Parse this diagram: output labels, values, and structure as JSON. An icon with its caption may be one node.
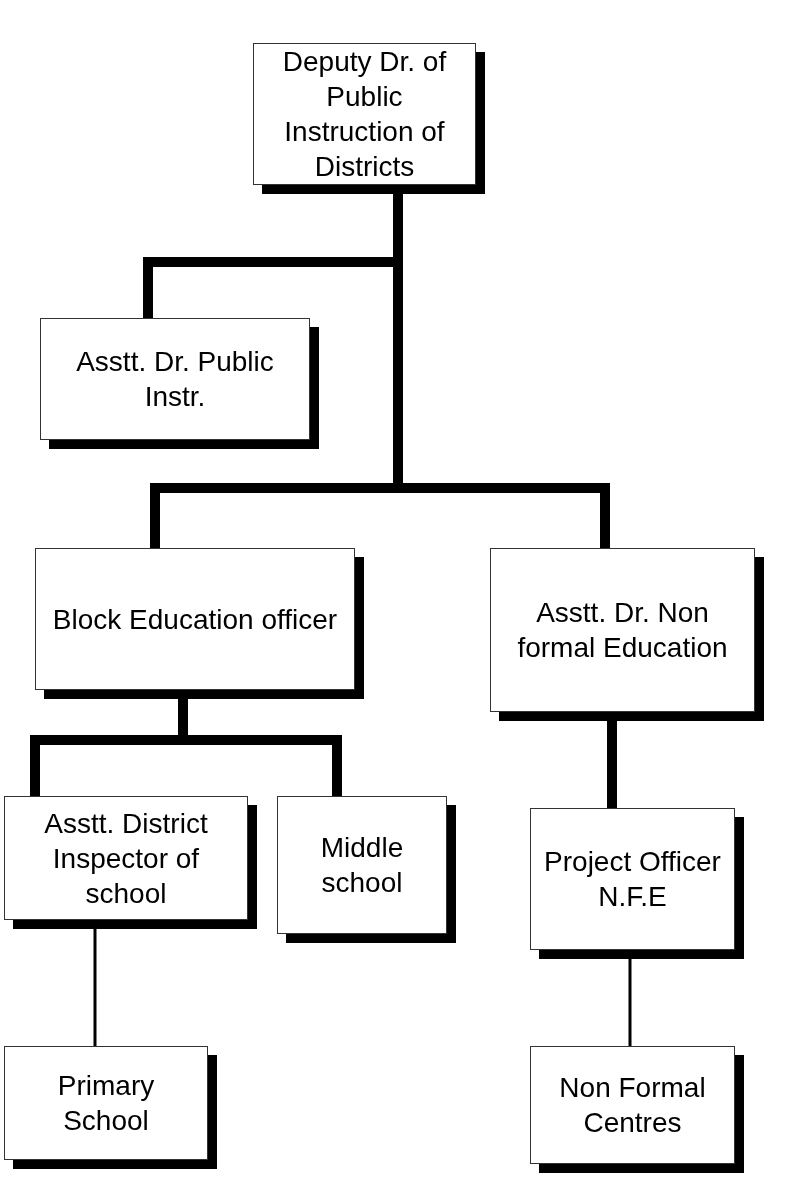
{
  "diagram": {
    "nodes": [
      {
        "text": [
          "Deputy Dr. of Public Instruction of Districts"
        ]
      },
      {
        "text": [
          "Asstt. Dr. Public Instr."
        ]
      },
      {
        "text": [
          "Block Education officer"
        ]
      },
      {
        "text": [
          "Asstt. Dr. Non formal Education"
        ]
      },
      {
        "text": [
          "Asstt. District Inspector of school"
        ]
      },
      {
        "text": [
          "Middle school"
        ]
      },
      {
        "text": [
          "Project Officer N.F.E"
        ]
      },
      {
        "text": [
          "Primary School"
        ]
      },
      {
        "text": [
          "Non Formal Centres"
        ]
      }
    ],
    "edges": [
      {
        "from": 0,
        "to": 1,
        "arrow": "none"
      },
      {
        "from": 0,
        "to": 2,
        "arrow": "none"
      },
      {
        "from": 0,
        "to": 3,
        "arrow": "none"
      },
      {
        "from": 2,
        "to": 4,
        "arrow": "none"
      },
      {
        "from": 2,
        "to": 5,
        "arrow": "none"
      },
      {
        "from": 3,
        "to": 6,
        "arrow": "none"
      },
      {
        "from": 4,
        "to": 7,
        "arrow": "none"
      },
      {
        "from": 6,
        "to": 8,
        "arrow": "none"
      }
    ]
  }
}
